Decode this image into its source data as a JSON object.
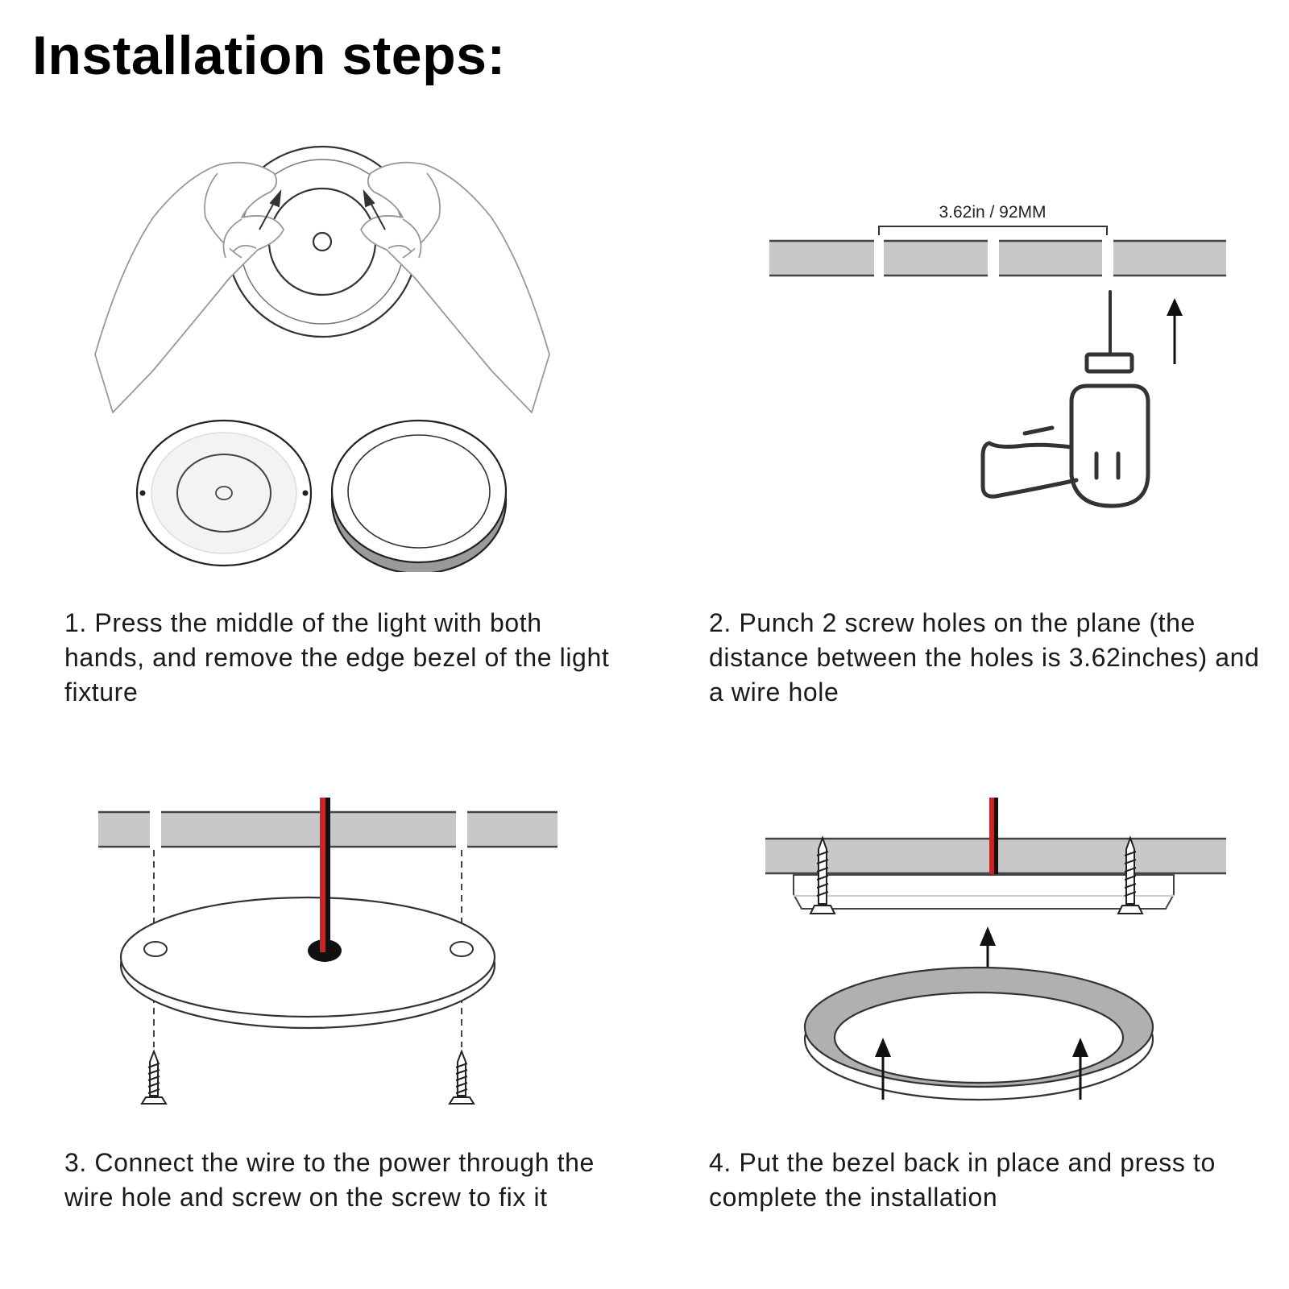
{
  "title": "Installation steps:",
  "steps": [
    {
      "caption": "1. Press the middle of the light with both hands, and remove the edge bezel of the light fixture"
    },
    {
      "caption": "2. Punch 2 screw holes on the plane (the distance between the holes is 3.62inches) and a wire hole",
      "dimension_label": "3.62in / 92MM"
    },
    {
      "caption": "3. Connect the wire to the power through the wire hole and screw on the screw to fix it"
    },
    {
      "caption": "4. Put the bezel back in place and press to complete the installation"
    }
  ],
  "colors": {
    "board_fill": "#c8c8c8",
    "outline": "#333333",
    "wire_red": "#d42020",
    "wire_black": "#111111",
    "bezel_gray": "#b0b0b0"
  }
}
